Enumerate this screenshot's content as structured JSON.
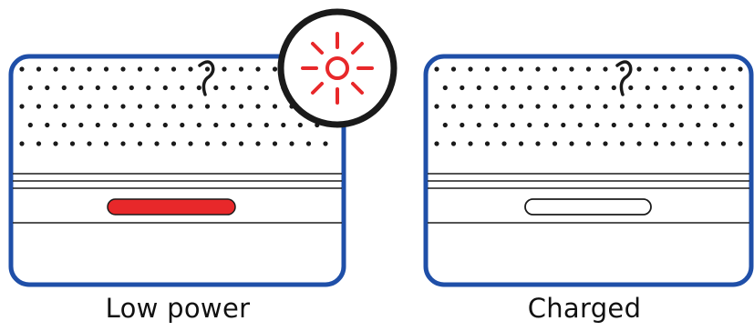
{
  "states": [
    {
      "caption": "Low power",
      "indicator": "red-light-on",
      "alert_icon": "blinking-light-icon"
    },
    {
      "caption": "Charged",
      "indicator": "light-off"
    }
  ],
  "colors": {
    "frame": "#1f4fa8",
    "dots": "#1a1a1a",
    "alert_red": "#e8282a",
    "indicator_off": "#ffffff",
    "badge_ring": "#1a1a1a"
  }
}
